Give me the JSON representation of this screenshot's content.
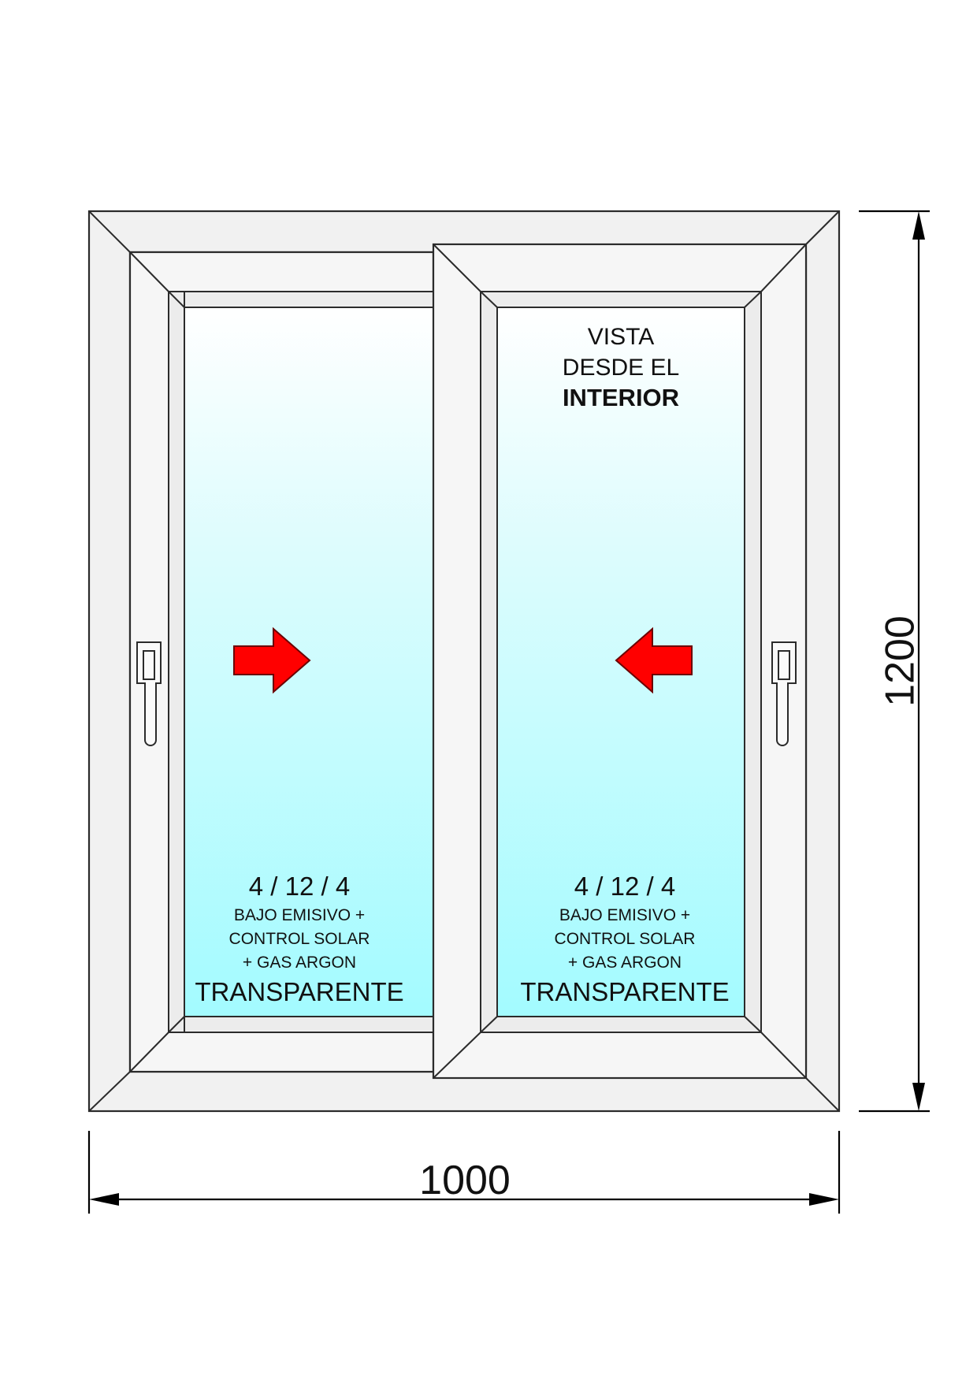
{
  "view_note": {
    "line1": "VISTA",
    "line2": "DESDE EL",
    "line3": "INTERIOR"
  },
  "panels": [
    {
      "glass_spec": "4 / 12 / 4",
      "coating_1": "BAJO EMISIVO +",
      "coating_2": "CONTROL SOLAR",
      "coating_3": "+ GAS ARGON",
      "glass_type": "TRANSPARENTE",
      "slide_direction": "right"
    },
    {
      "glass_spec": "4 / 12 / 4",
      "coating_1": "BAJO EMISIVO +",
      "coating_2": "CONTROL SOLAR",
      "coating_3": "+ GAS ARGON",
      "glass_type": "TRANSPARENTE",
      "slide_direction": "left"
    }
  ],
  "dimensions": {
    "width": "1000",
    "height": "1200"
  },
  "colors": {
    "frame": "#f1f1f1",
    "glass_top": "#ffffff",
    "glass_bottom": "#a3fbff",
    "arrow": "#ff0000"
  }
}
